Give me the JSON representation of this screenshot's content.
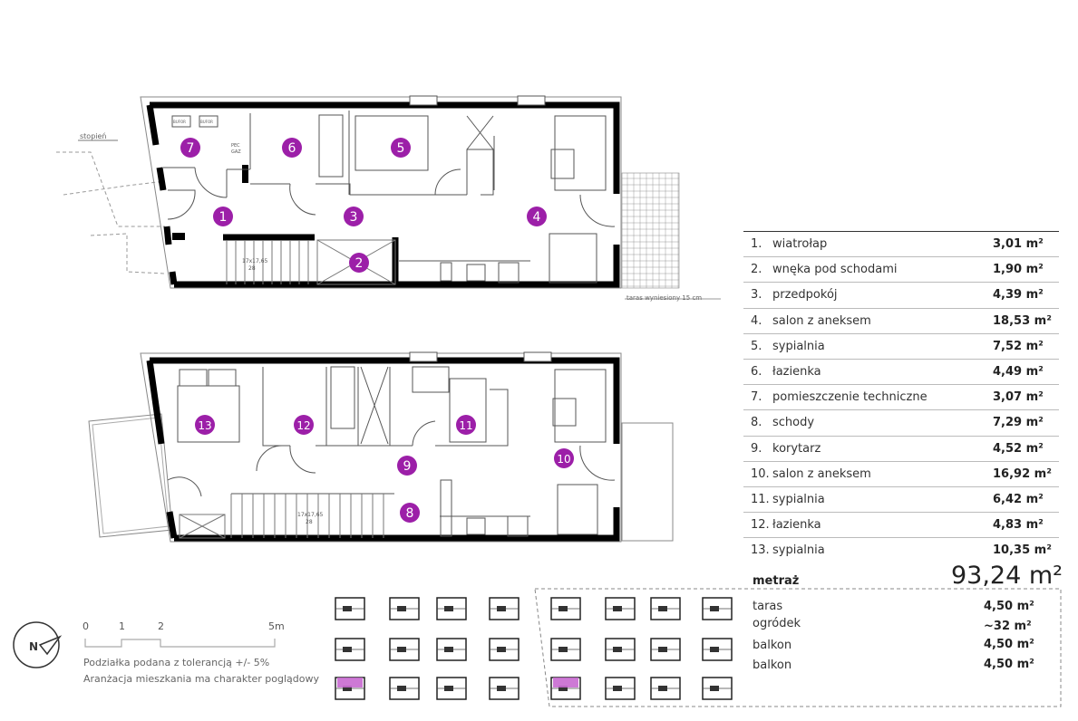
{
  "accent_color": "#9c1fa8",
  "plan_labels": {
    "step": "stopień",
    "terrace_raised": "taras wyniesiony 15 cm",
    "stairs_spec": "17x17,65",
    "stairs_count": "28",
    "buffer": "BUFOR",
    "pec": "PEC",
    "gas": "GAZ"
  },
  "rooms": [
    {
      "no": "1.",
      "marker": "1",
      "name": "wiatrołap",
      "area": "3,01 m²"
    },
    {
      "no": "2.",
      "marker": "2",
      "name": "wnęka pod schodami",
      "area": "1,90 m²"
    },
    {
      "no": "3.",
      "marker": "3",
      "name": "przedpokój",
      "area": "4,39 m²"
    },
    {
      "no": "4.",
      "marker": "4",
      "name": "salon z aneksem",
      "area": "18,53 m²"
    },
    {
      "no": "5.",
      "marker": "5",
      "name": "sypialnia",
      "area": "7,52 m²"
    },
    {
      "no": "6.",
      "marker": "6",
      "name": "łazienka",
      "area": "4,49 m²"
    },
    {
      "no": "7.",
      "marker": "7",
      "name": "pomieszczenie techniczne",
      "area": "3,07 m²"
    },
    {
      "no": "8.",
      "marker": "8",
      "name": "schody",
      "area": "7,29 m²"
    },
    {
      "no": "9.",
      "marker": "9",
      "name": "korytarz",
      "area": "4,52 m²"
    },
    {
      "no": "10.",
      "marker": "10",
      "name": "salon z aneksem",
      "area": "16,92 m²"
    },
    {
      "no": "11.",
      "marker": "11",
      "name": "sypialnia",
      "area": "6,42 m²"
    },
    {
      "no": "12.",
      "marker": "12",
      "name": "łazienka",
      "area": "4,83 m²"
    },
    {
      "no": "13.",
      "marker": "13",
      "name": "sypialnia",
      "area": "10,35 m²"
    }
  ],
  "summary": {
    "label": "metraż",
    "total": "93,24 m²",
    "extras": [
      {
        "name": "taras",
        "area": "4,50 m²"
      },
      {
        "name": "ogródek",
        "area": "~32 m²"
      },
      {
        "name": "balkon",
        "area": "4,50 m²"
      },
      {
        "name": "balkon",
        "area": "4,50 m²"
      }
    ]
  },
  "scale": {
    "ticks": [
      "0",
      "1",
      "2",
      "5m"
    ]
  },
  "notes": [
    "Podziałka podana z tolerancją +/- 5%",
    "Aranżacja mieszkania ma charakter poglądowy"
  ],
  "compass_letter": "N"
}
